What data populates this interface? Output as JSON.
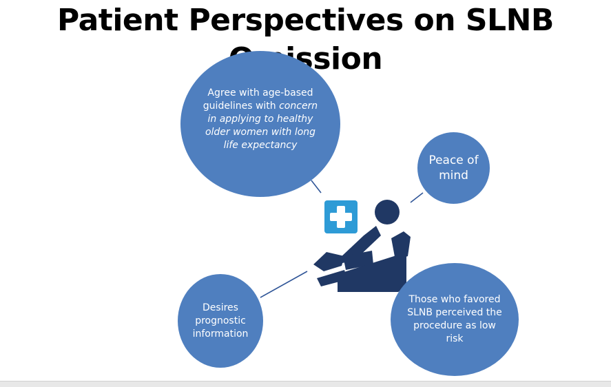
{
  "slide": {
    "title": "Patient Perspectives on SLNB Omission"
  },
  "bubbles": {
    "agree": {
      "line1": "Agree with age-based guidelines with ",
      "italic": "concern in applying to healthy older women with long life expectancy"
    },
    "peace": {
      "text": "Peace of mind"
    },
    "desires": {
      "text": "Desires prognostic information"
    },
    "slnb": {
      "text": "Those who favored SLNB perceived the procedure as low risk"
    }
  },
  "icons": {
    "center": "patient-reclining-chair-icon",
    "medical": "medical-cross-icon"
  },
  "colors": {
    "bubble": "#4f7fbf",
    "connector": "#2f5597",
    "patient": "#203864",
    "medical_badge": "#2e9bd6"
  }
}
